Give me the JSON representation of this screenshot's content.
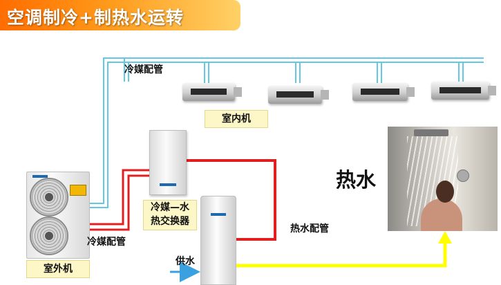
{
  "title": "空调制冷+制热水运转",
  "labels": {
    "refrigerant_pipe_top": "冷媒配管",
    "indoor_unit": "室内机",
    "hot_water": "热水",
    "heat_exchanger_line1": "冷媒—水",
    "heat_exchanger_line2": "热交换器",
    "hot_water_pipe": "热水配管",
    "refrigerant_pipe_bottom": "冷媒配管",
    "water_supply": "供水",
    "outdoor_unit": "室外机"
  },
  "colors": {
    "refrigerant_pipe": "#63c7e6",
    "hot_water_loop": "#e02020",
    "hot_water_outlet": "#ffff00",
    "water_supply_arrow": "#3aa0e0",
    "title_gradient_start": "#ff6d00",
    "title_gradient_end": "#ffd166",
    "label_box": "#fdf6c6"
  },
  "icons": {
    "indoor_units": [
      "ducted-indoor-unit-icon",
      "ducted-indoor-unit-icon",
      "ducted-indoor-unit-icon",
      "ducted-indoor-unit-icon"
    ],
    "outdoor_unit": "outdoor-unit-icon",
    "heat_exchanger": "heat-exchanger-icon",
    "water_tank": "water-tank-icon",
    "shower": "shower-photo"
  }
}
